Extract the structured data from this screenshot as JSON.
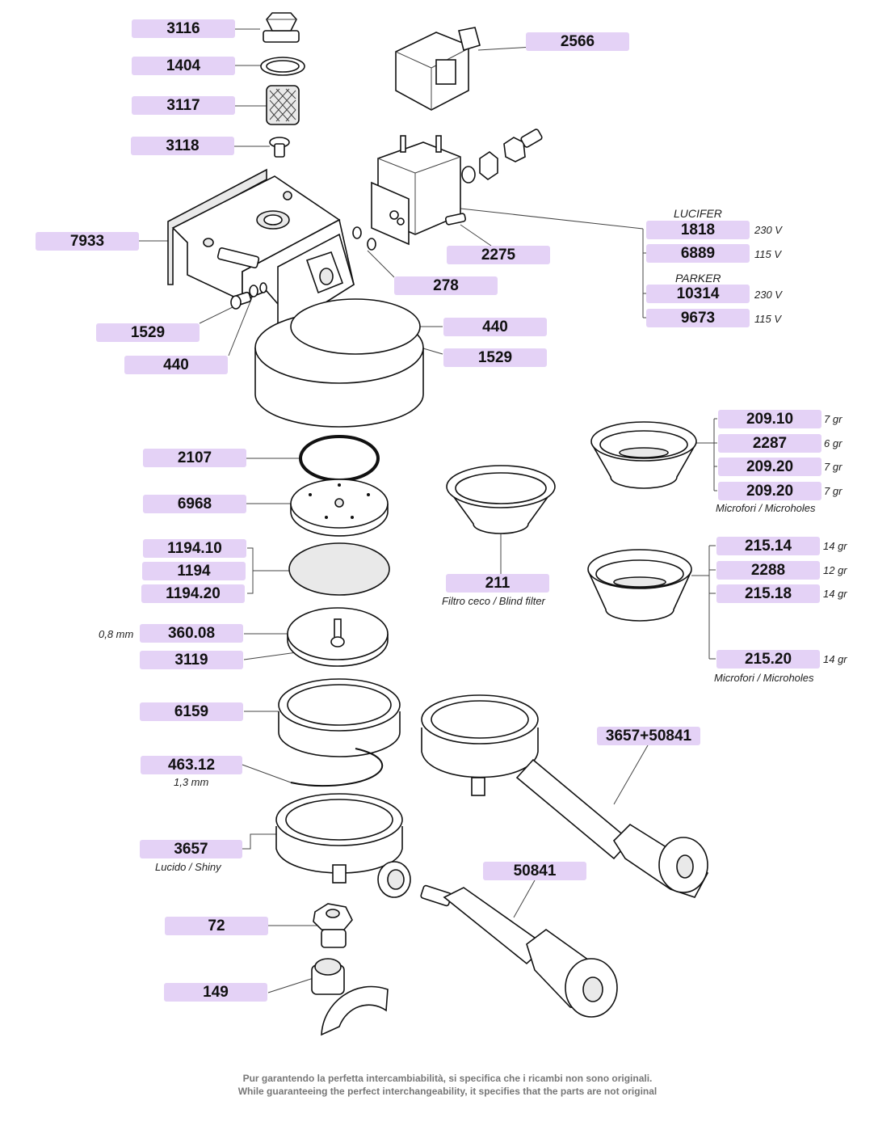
{
  "labels": {
    "l3116": "3116",
    "l1404": "1404",
    "l3117": "3117",
    "l3118": "3118",
    "l7933": "7933",
    "l1529a": "1529",
    "l440a": "440",
    "l2566": "2566",
    "l2275": "2275",
    "l278": "278",
    "l440b": "440",
    "l1529b": "1529",
    "l1818": "1818",
    "l6889": "6889",
    "l10314": "10314",
    "l9673": "9673",
    "l2107": "2107",
    "l6968": "6968",
    "l1194_10": "1194.10",
    "l1194": "1194",
    "l1194_20": "1194.20",
    "l360_08": "360.08",
    "l3119": "3119",
    "l6159": "6159",
    "l463_12": "463.12",
    "l3657": "3657",
    "l72": "72",
    "l149": "149",
    "l211": "211",
    "l209_10": "209.10",
    "l2287": "2287",
    "l209_20a": "209.20",
    "l209_20b": "209.20",
    "l215_14": "215.14",
    "l2288": "2288",
    "l215_18": "215.18",
    "l215_20": "215.20",
    "l3657_50841": "3657+50841",
    "l50841": "50841"
  },
  "notes": {
    "lucifer": "LUCIFER",
    "parker": "PARKER",
    "v230a": "230 V",
    "v115a": "115 V",
    "v230b": "230 V",
    "v115b": "115 V",
    "gr7a": "7 gr",
    "gr6": "6 gr",
    "gr7b": "7 gr",
    "gr7c": "7 gr",
    "micro1": "Microfori / Microholes",
    "gr14a": "14 gr",
    "gr12": "12 gr",
    "gr14b": "14 gr",
    "gr14c": "14 gr",
    "micro2": "Microfori / Microholes",
    "blind": "Filtro ceco / Blind filter",
    "mm08": "0,8 mm",
    "mm13": "1,3 mm",
    "shiny": "Lucido / Shiny"
  },
  "footer": {
    "line1": "Pur garantendo la perfetta intercambiabilità, si specifica che i ricambi non sono originali.",
    "line2": "While guaranteeing the perfect interchangeability, it specifies that the parts are not original"
  }
}
